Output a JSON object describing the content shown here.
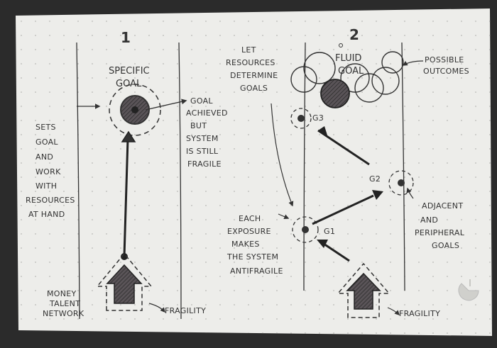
{
  "panel1": {
    "number": "1",
    "goal_title": [
      "SPECIFIC",
      "GOAL"
    ],
    "left_note": [
      "SETS",
      "GOAL",
      "AND",
      "WORK",
      "WITH",
      "RESOURCES",
      "AT HAND"
    ],
    "right_note": [
      "GOAL",
      "ACHIEVED",
      "BUT",
      "SYSTEM",
      "IS STILL",
      "FRAGILE"
    ],
    "resources": [
      "MONEY",
      "TALENT",
      "NETWORK"
    ],
    "fragility": "FRAGILITY"
  },
  "panel2": {
    "number": "2",
    "top_left_note": [
      "LET",
      "RESOURCES",
      "DETERMINE",
      "GOALS"
    ],
    "goal_title": [
      "FLUID",
      "GOAL"
    ],
    "possible": [
      "POSSIBLE",
      "OUTCOMES"
    ],
    "g1": "G1",
    "g2": "G2",
    "g3": "G3",
    "exposure_note": [
      "EACH",
      "EXPOSURE",
      "MAKES",
      "THE SYSTEM",
      "ANTIFRAGILE"
    ],
    "adjacent_note": [
      "ADJACENT",
      "AND",
      "PERIPHERAL",
      "GOALS"
    ],
    "fragility": "FRAGILITY"
  },
  "colors": {
    "paper": "#ededea",
    "ink": "#2e2e2e",
    "background": "#2b2b2b",
    "fill_gray": "#5a5458"
  }
}
